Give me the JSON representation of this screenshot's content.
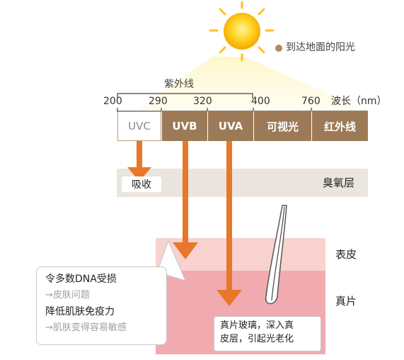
{
  "sunlight_label": "到达地面的阳光",
  "uv_bracket_label": "紫外线",
  "wavelength_label": "波长（nm）",
  "wavelength_ticks": [
    "200",
    "290",
    "320",
    "400",
    "760"
  ],
  "bands": [
    "UVC",
    "UVB",
    "UVA",
    "可视光",
    "红外线"
  ],
  "absorb_label": "吸收",
  "ozone_label": "臭氧层",
  "epidermis_label": "表皮",
  "dermis_label": "真片",
  "uvb_effects": {
    "line1": "令多数DNA受损",
    "line2": "→皮肤问题",
    "line3": "降低肌肤免疫力",
    "line4": "→肌肤变得容易敏感"
  },
  "uva_effects": {
    "line1": "真片玻璃，深入真",
    "line2": "皮层，引起光老化"
  },
  "colors": {
    "band_brown": "#9c7a58",
    "arrow_orange": "#e8772a",
    "ozone_gray": "#ebe5df",
    "epidermis_pink": "#f7d2cf",
    "dermis_pink": "#f2aab1",
    "sun_yellow": "#ffc21a",
    "bullet_brown": "#b08a58"
  }
}
